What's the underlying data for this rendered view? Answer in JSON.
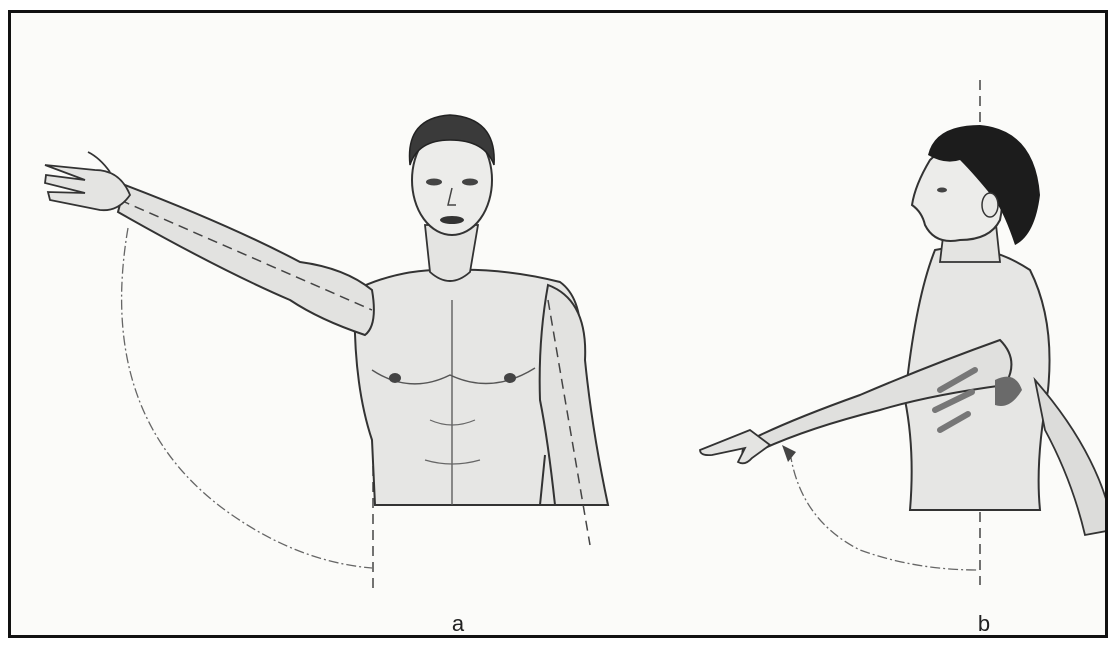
{
  "figure": {
    "panels": [
      {
        "id": "a",
        "label": "a"
      },
      {
        "id": "b",
        "label": "b"
      }
    ],
    "colors": {
      "frame": "#111111",
      "skin": "#e8e8e6",
      "outline": "#333333",
      "hair": "#1c1c1c",
      "shade": "#8a8a8a",
      "guide": "#555555"
    }
  }
}
